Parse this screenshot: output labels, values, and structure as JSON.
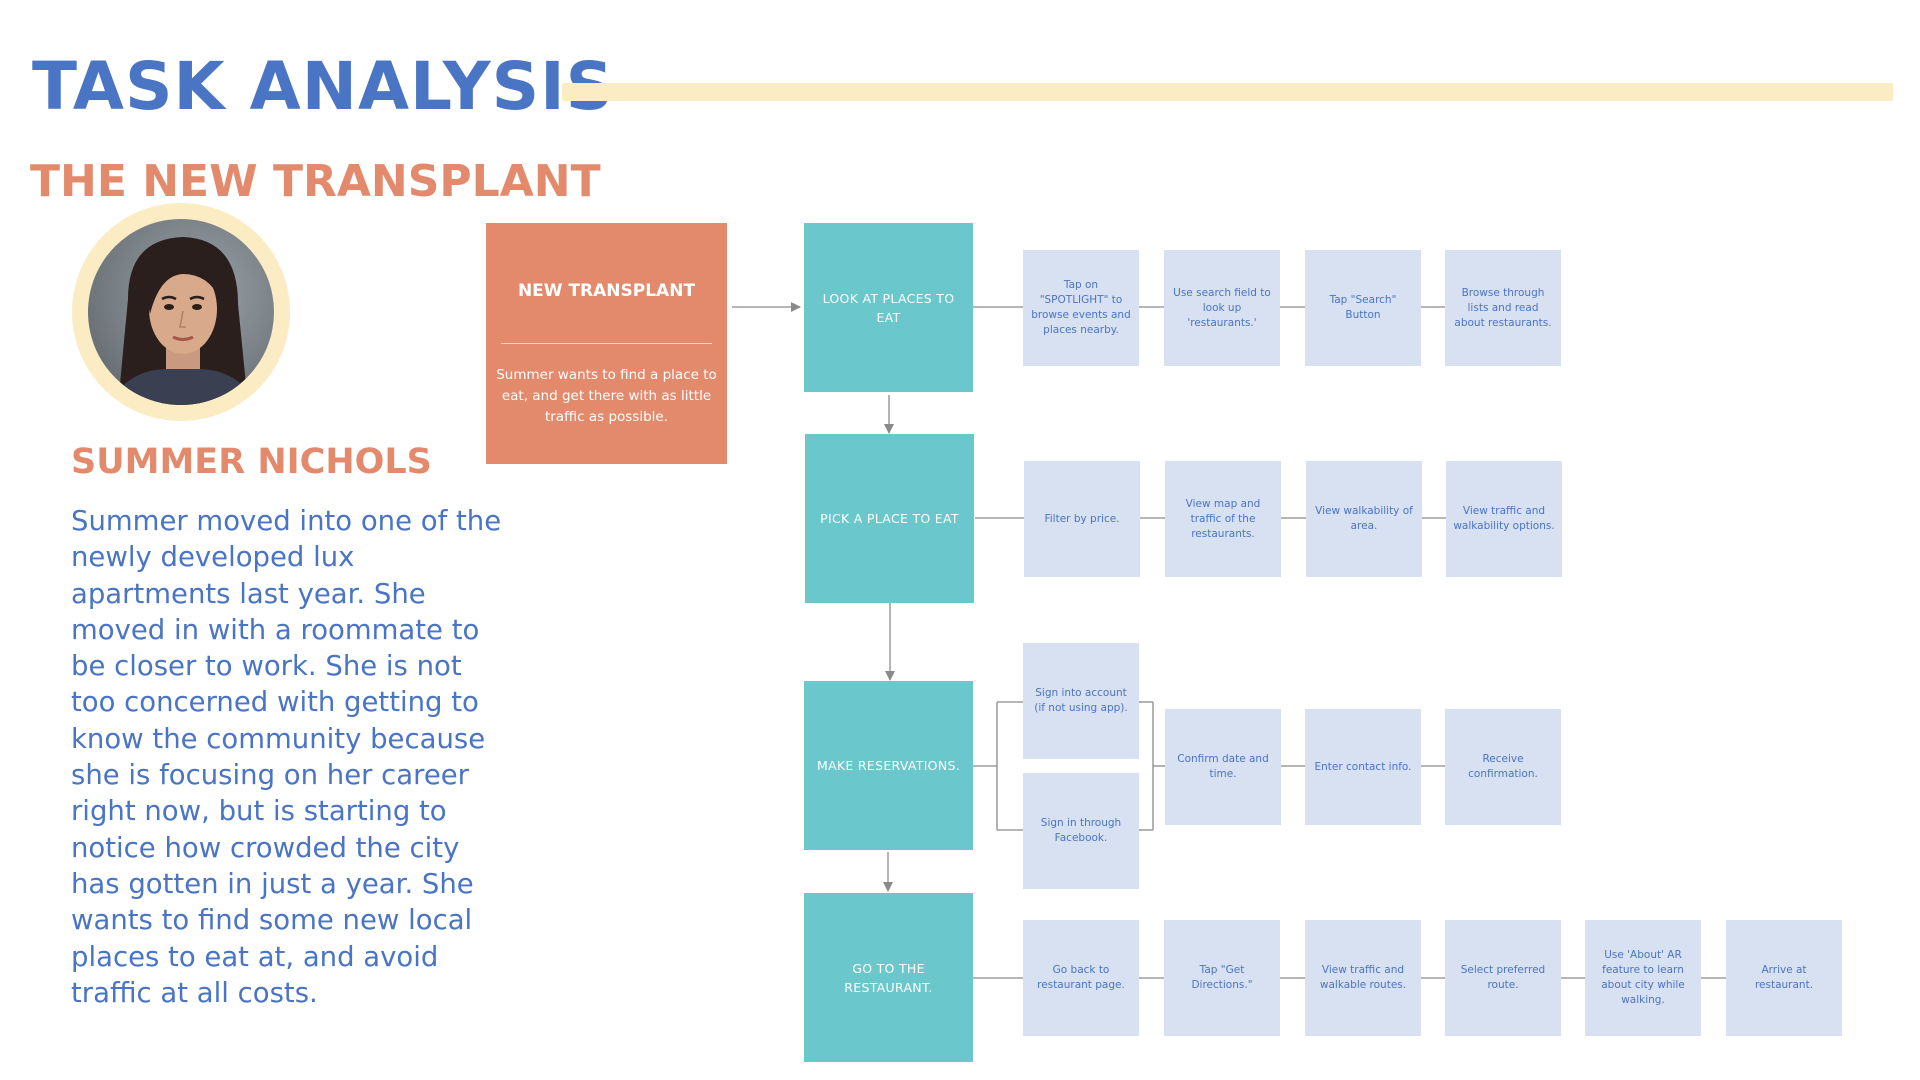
{
  "header": {
    "title": "TASK ANALYSIS",
    "subtitle": "THE NEW TRANSPLANT"
  },
  "persona": {
    "name": "SUMMER NICHOLS",
    "bio": "Summer moved into one of the newly developed lux apartments last year. She moved in with a roommate to be closer to work. She is not too concerned with getting to know the community because she is focusing on her career right now, but is starting to notice how crowded the city has gotten in just a year. She wants to find some new local places to eat at, and avoid traffic at all costs.",
    "box": {
      "title": "NEW TRANSPLANT",
      "description": "Summer wants to find a place to eat, and get there with as little traffic as possible."
    }
  },
  "tasks": [
    {
      "label": "LOOK AT PLACES TO EAT",
      "steps": [
        "Tap on \"SPOTLIGHT\" to browse events and places nearby.",
        "Use search field to look up 'restaurants.'",
        "Tap \"Search\" Button",
        "Browse through lists and read about restaurants."
      ]
    },
    {
      "label": "PICK A PLACE TO EAT",
      "steps": [
        "Filter by price.",
        "View map and traffic of the restaurants.",
        "View walkability of area.",
        "View traffic and walkability options."
      ]
    },
    {
      "label": "MAKE RESERVATIONS.",
      "branch_steps": [
        "Sign into account (if not using app).",
        "Sign in through Facebook."
      ],
      "steps": [
        "Confirm date and time.",
        "Enter contact info.",
        "Receive confirmation."
      ]
    },
    {
      "label": "GO TO THE RESTAURANT.",
      "steps": [
        "Go back to restaurant page.",
        "Tap \"Get Directions.\"",
        "View traffic and walkable routes.",
        "Select preferred route.",
        "Use 'About' AR feature to learn about city while walking.",
        "Arrive at restaurant."
      ]
    }
  ],
  "colors": {
    "title_blue": "#4a74c4",
    "accent_salmon": "#e38a6d",
    "accent_yellow": "#fcecc4",
    "task_teal": "#6ac7cb",
    "step_blue": "#d8e1f1",
    "connector_gray": "#8a8a8a"
  }
}
